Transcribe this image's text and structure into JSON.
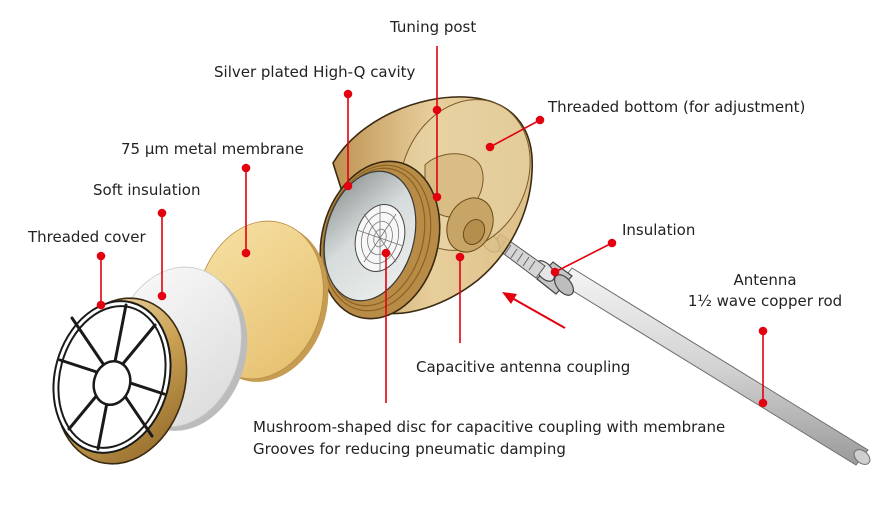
{
  "labels": {
    "tuning_post": "Tuning post",
    "silver_cavity": "Silver plated High-Q cavity",
    "threaded_bottom": "Threaded bottom (for adjustment)",
    "membrane": "75 µm metal membrane",
    "soft_insulation": "Soft insulation",
    "threaded_cover": "Threaded cover",
    "insulation": "Insulation",
    "antenna_line1": "Antenna",
    "antenna_line2": "1½ wave copper rod",
    "capacitive_coupling": "Capacitive antenna coupling",
    "mushroom_line1": "Mushroom-shaped disc for capacitive coupling with membrane",
    "mushroom_line2": "Grooves for reducing pneumatic damping"
  },
  "colors": {
    "leader": "#e3000f",
    "brass": "#c8a25a",
    "brass_light": "#e9d3a3",
    "membrane": "#f0d38c",
    "insulation": "#e8e8e8",
    "cavity_inner": "#c9d0cf",
    "rod": "#d8d8d8"
  }
}
